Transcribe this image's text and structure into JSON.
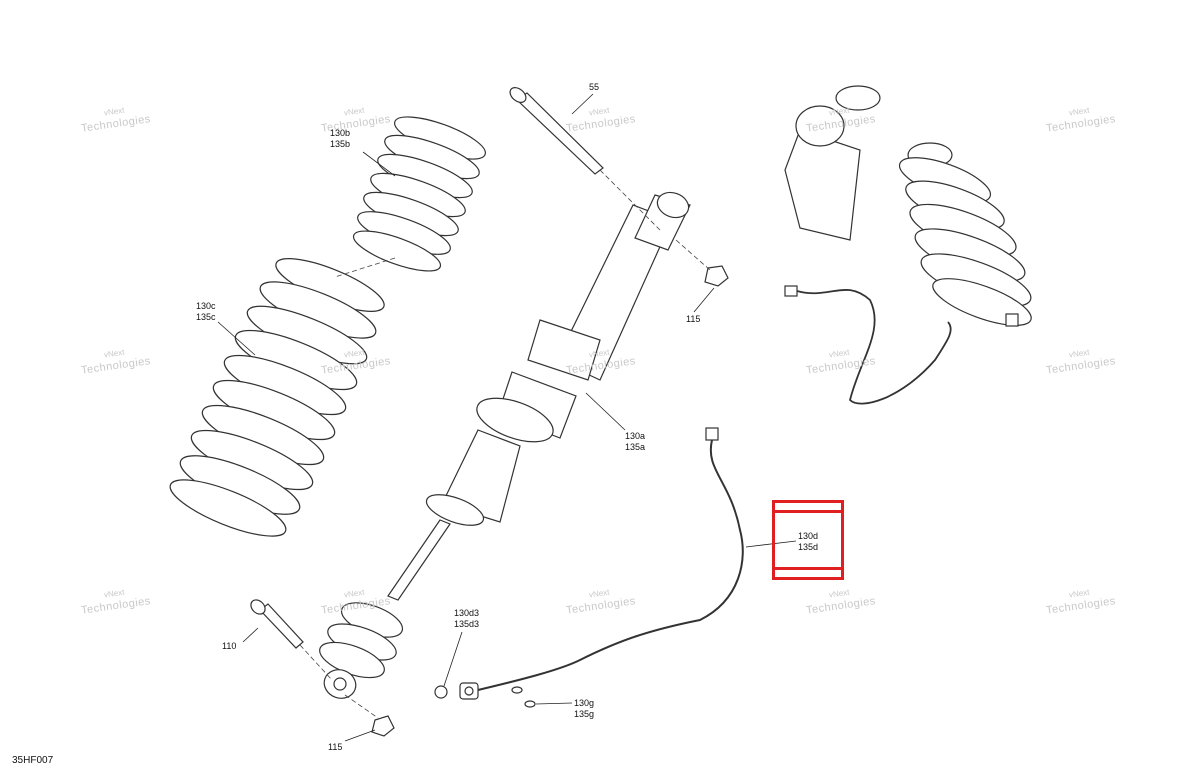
{
  "diagram": {
    "figure_code": "35HF007",
    "watermark": {
      "line1": "vNext",
      "line2": "Technologies"
    },
    "callouts": {
      "c55": "55",
      "c115_top": "115",
      "c115_bottom": "115",
      "c110": "110",
      "c130b": "130b",
      "c135b": "135b",
      "c130c": "130c",
      "c135c": "135c",
      "c130a": "130a",
      "c135a": "135a",
      "c130d": "130d",
      "c135d": "135d",
      "c130d3": "130d3",
      "c135d3": "135d3",
      "c130g": "130g",
      "c135g": "135g"
    },
    "highlight_color": "#e02020",
    "line_color": "#222222",
    "part_fill": "#ffffff"
  }
}
